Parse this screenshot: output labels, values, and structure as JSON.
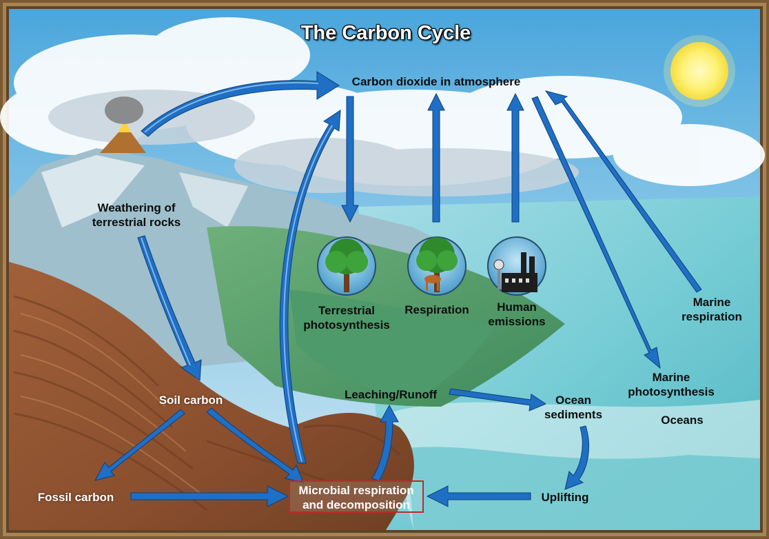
{
  "title": "The Carbon Cycle",
  "labels": {
    "atmosphere": "Carbon dioxide in atmosphere",
    "weathering": "Weathering of terrestrial rocks",
    "terrestrial_photosynthesis": "Terrestrial photosynthesis",
    "respiration": "Respiration",
    "human_emissions": "Human emissions",
    "marine_respiration": "Marine respiration",
    "marine_photosynthesis": "Marine photosynthesis",
    "oceans": "Oceans",
    "soil_carbon": "Soil carbon",
    "leaching_runoff": "Leaching/Runoff",
    "ocean_sediments": "Ocean sediments",
    "fossil_carbon": "Fossil carbon",
    "microbial": "Microbial respiration and decomposition",
    "uplifting": "Uplifting"
  },
  "colors": {
    "arrow_fill": "#1f6fc4",
    "arrow_highlight": "#8fc4f2",
    "frame": "#8a6a3e",
    "box_border": "#c0282a"
  },
  "icons": [
    "volcano-icon",
    "sun-icon",
    "tree-icon",
    "deer-tree-icon",
    "factory-icon"
  ]
}
